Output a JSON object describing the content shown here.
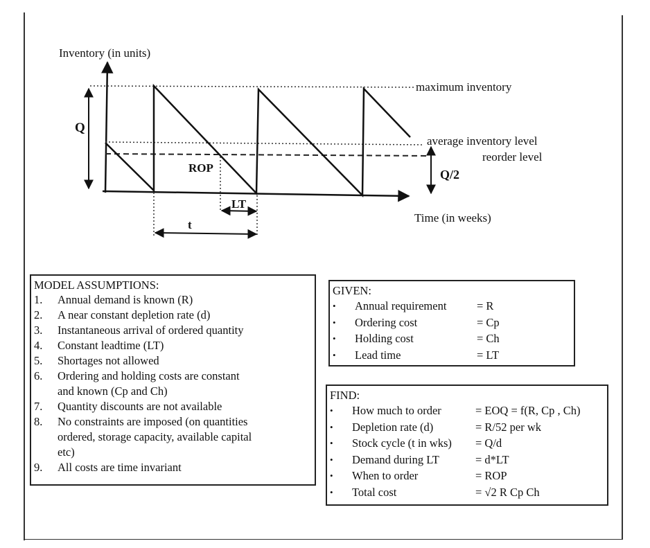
{
  "diagram": {
    "y_axis_label": "Inventory (in units)",
    "x_axis_label": "Time (in weeks)",
    "max_label": "maximum inventory",
    "avg_label": "average inventory level",
    "reorder_label": "reorder level",
    "q_label": "Q",
    "q_half_label": "Q/2",
    "rop_label": "ROP",
    "lt_label": "LT",
    "t_label": "t"
  },
  "assumptions": {
    "title": "MODEL ASSUMPTIONS:",
    "items": [
      {
        "num": "1.",
        "lines": [
          "Annual demand is known (R)"
        ]
      },
      {
        "num": "2.",
        "lines": [
          "A near constant depletion rate (d)"
        ]
      },
      {
        "num": "3.",
        "lines": [
          "Instantaneous arrival of ordered quantity"
        ]
      },
      {
        "num": "4.",
        "lines": [
          "Constant leadtime (LT)"
        ]
      },
      {
        "num": "5.",
        "lines": [
          "Shortages not allowed"
        ]
      },
      {
        "num": "6.",
        "lines": [
          "Ordering and holding costs are constant",
          "and known (Cp and Ch)"
        ]
      },
      {
        "num": "7.",
        "lines": [
          "Quantity discounts are not available"
        ]
      },
      {
        "num": "8.",
        "lines": [
          "No constraints are imposed (on quantities",
          "ordered, storage capacity, available capital",
          "etc)"
        ]
      },
      {
        "num": "9.",
        "lines": [
          "All costs are time invariant"
        ]
      }
    ]
  },
  "given": {
    "title": "GIVEN:",
    "bullet": "•",
    "items": [
      {
        "label": "Annual requirement",
        "value": "= R"
      },
      {
        "label": "Ordering cost",
        "value": "= Cp"
      },
      {
        "label": "Holding cost",
        "value": "= Ch"
      },
      {
        "label": "Lead time",
        "value": "= LT"
      }
    ]
  },
  "find": {
    "title": "FIND:",
    "bullet": "•",
    "items": [
      {
        "label": "How much to order",
        "value": "= EOQ = f(R, Cp , Ch)"
      },
      {
        "label": "Depletion rate (d)",
        "value": "= R/52 per wk"
      },
      {
        "label": "Stock cycle (t in wks)",
        "value": "= Q/d"
      },
      {
        "label": "Demand during LT",
        "value": "= d*LT"
      },
      {
        "label": "When to order",
        "value": "= ROP"
      },
      {
        "label": "Total cost",
        "value": "= √2 R Cp Ch"
      }
    ]
  }
}
